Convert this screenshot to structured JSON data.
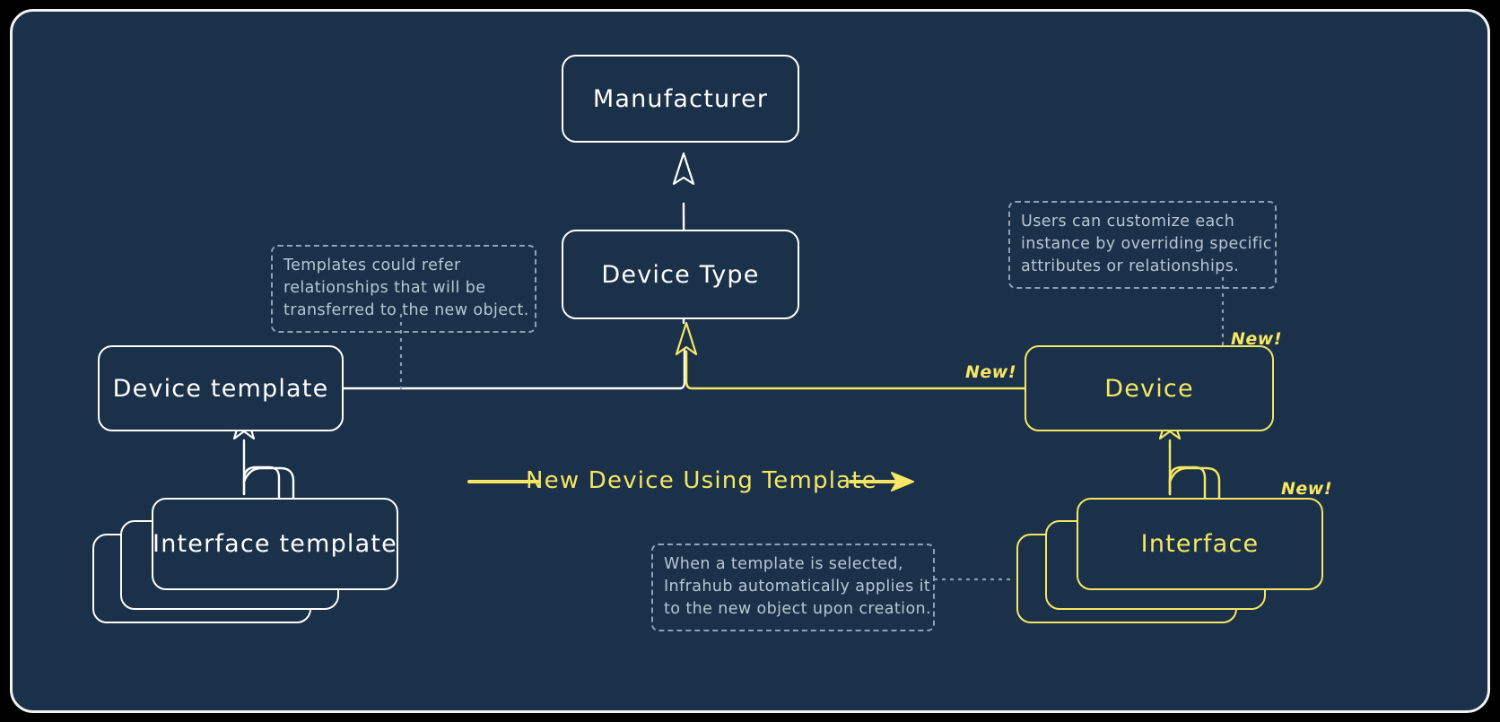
{
  "canvas": {
    "background_color": "#1b3149",
    "border_color": "#f1f2f4",
    "outer_color": "#000000"
  },
  "palette": {
    "existing_stroke": "#ffffff",
    "new_stroke": "#f5e663",
    "annotation_stroke": "#8fa3b5",
    "annotation_text": "#b6c6d4"
  },
  "nodes": {
    "manufacturer": {
      "label": "Manufacturer",
      "style": "white"
    },
    "device_type": {
      "label": "Device Type",
      "style": "white"
    },
    "device_template": {
      "label": "Device template",
      "style": "white"
    },
    "interface_template": {
      "label": "Interface template",
      "style": "white",
      "stacked": 3
    },
    "device": {
      "label": "Device",
      "style": "yellow"
    },
    "interface": {
      "label": "Interface",
      "style": "yellow",
      "stacked": 3
    }
  },
  "badges": {
    "device_new": "New!",
    "interface_new": "New!",
    "edge_new": "New!"
  },
  "transition": {
    "label": "New Device Using Template"
  },
  "annotations": {
    "templates_relationships": {
      "lines": [
        "Templates could refer",
        "relationships that will be",
        "transferred to the new object."
      ]
    },
    "customize_instance": {
      "lines": [
        "Users can customize each",
        "instance by overriding specific",
        "attributes or relationships."
      ]
    },
    "auto_apply": {
      "lines": [
        "When a template is selected,",
        "Infrahub automatically applies it",
        "to the new object upon creation."
      ]
    }
  }
}
